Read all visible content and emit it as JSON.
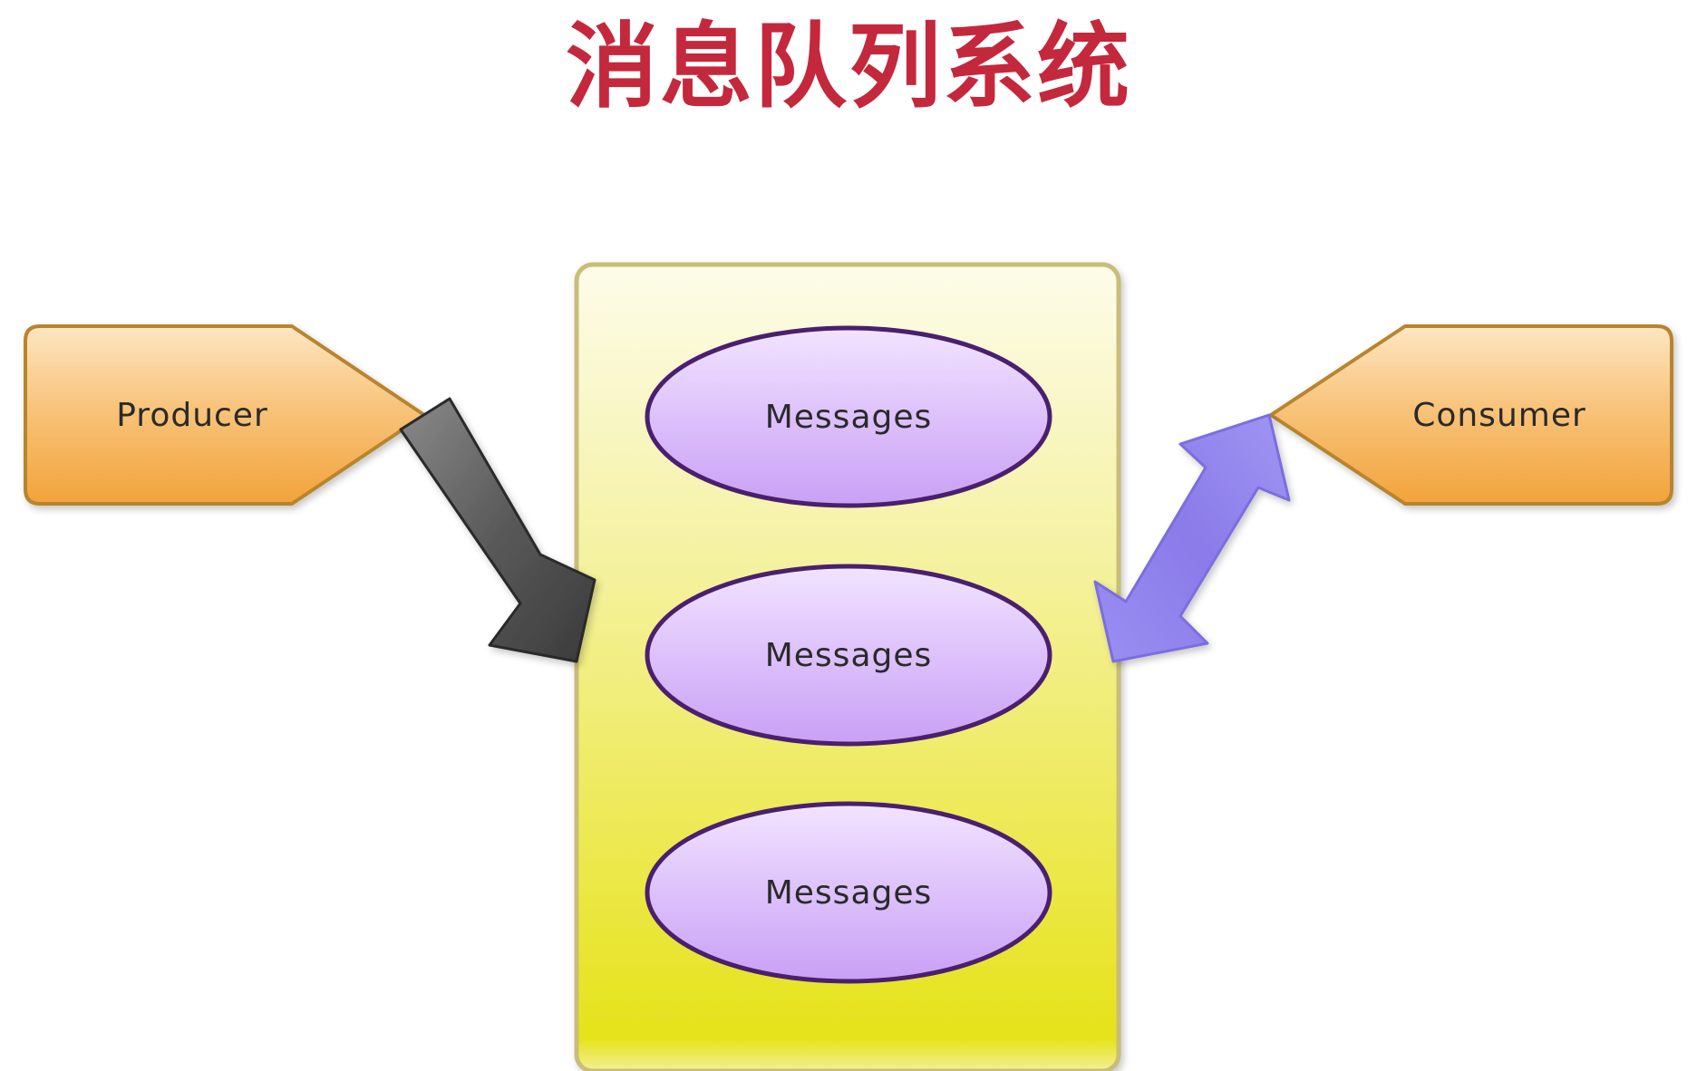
{
  "title": "消息队列系统",
  "nodes": {
    "producer": {
      "label": "Producer"
    },
    "consumer": {
      "label": "Consumer"
    },
    "messages": [
      {
        "label": "Messages"
      },
      {
        "label": "Messages"
      },
      {
        "label": "Messages"
      }
    ]
  },
  "colors": {
    "title": "#c4283c",
    "endpoint_fill_top": "#fde6c2",
    "endpoint_fill_bottom": "#f2a33a",
    "endpoint_stroke": "#b9842f",
    "queue_fill_top": "#fdfcea",
    "queue_fill_bottom": "#e6e21a",
    "queue_stroke": "#c9bd7a",
    "message_fill_top": "#f2e4ff",
    "message_fill_bottom": "#c9a0f5",
    "message_stroke": "#4a1f6e",
    "producer_arrow": "#666666",
    "consumer_arrow": "#8f82ee"
  }
}
